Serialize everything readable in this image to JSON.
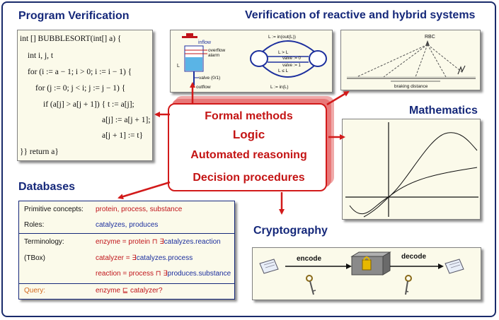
{
  "headings": {
    "program_verification": "Program Verification",
    "reactive_hybrid": "Verification of reactive and hybrid systems",
    "mathematics": "Mathematics",
    "databases": "Databases",
    "cryptography": "Cryptography"
  },
  "center": {
    "lines": [
      "Formal methods",
      "Logic",
      "Automated reasoning",
      "Decision procedures"
    ],
    "color": "#c41414"
  },
  "program_code": [
    "int [] BUBBLESORT(int[] a) {",
    "int i, j, t",
    "for (i := a − 1; i > 0; i := i − 1) {",
    "for (j := 0; j < i; j := j − 1) {",
    "if (a[j] > a[j + 1]) { t := a[j];",
    "a[j] := a[j + 1];",
    "a[j + 1] := t}",
    "}} return a}"
  ],
  "tank_diagram": {
    "inflow": "inflow",
    "overflow": "overflow",
    "alarm": "alarm",
    "level": "L",
    "valve": "valve (0/1)",
    "outflow": "outflow"
  },
  "automaton": {
    "top": "L := in(out(L))",
    "upper_mid": "L > L",
    "valve_off": "valve := 0",
    "valve_on": "valve := 1",
    "lower_mid": "L ≤ L",
    "bottom": "L := in(L)"
  },
  "train": {
    "rbc": "RBC",
    "braking": "braking distance"
  },
  "database": {
    "rows": [
      {
        "label": "Primitive concepts:",
        "value": "protein, process, substance"
      },
      {
        "label": "Roles:",
        "value": "catalyzes, produces"
      },
      {
        "label": "Terminology:",
        "value_a": "enzyme = protein ⊓ ∃",
        "value_b": "catalyzes.reaction"
      },
      {
        "label": "(TBox)",
        "value_a": "catalyzer = ∃",
        "value_b": "catalyzes.process"
      },
      {
        "label": "",
        "value_a": "reaction = process ⊓ ∃",
        "value_b": "produces.substance"
      },
      {
        "label": "Query:",
        "value": "enzyme ⊑ catalyzer?"
      }
    ]
  },
  "crypto": {
    "encode": "encode",
    "decode": "decode"
  },
  "colors": {
    "heading": "#15287a",
    "arrow": "#d21a1a",
    "panel": "#fbfaea"
  }
}
